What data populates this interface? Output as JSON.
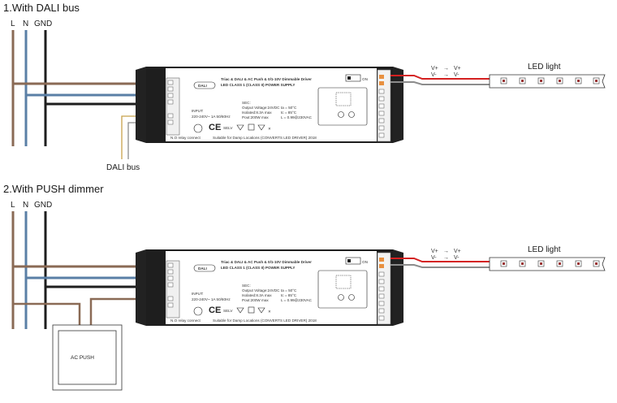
{
  "section1": {
    "title": "1.With DALI bus",
    "line_L": "L",
    "line_N": "N",
    "line_GND": "GND",
    "dali_bus_label": "DALI bus",
    "led_label": "LED light",
    "out_plus_left": "V+",
    "out_plus_right": "V+",
    "out_minus_left": "V-",
    "out_minus_right": "V-",
    "driver": {
      "title": "Triac & DALI & AC Push & 0/1-10V Dimmable Driver",
      "subtitle": "LED CLASS 1 (CLASS II) POWER SUPPLY",
      "dali_logo": "DALI",
      "input_label": "INPUT:",
      "input_spec": "220-240V~ 1A 50/60Hz",
      "sec_label": "SEC:",
      "sec_line1": "Output Voltage:24VDC",
      "sec_line2": "Isolated:8.3A max",
      "sec_line3": "Pout:200W max",
      "temp_line1": "ta = 50°C",
      "temp_line2": "tc = 85°C",
      "temp_line3": "L = 0.99@230VAC",
      "ce_mark": "CE",
      "selv_mark": "SELV",
      "footer_left": "N.O relay connect",
      "footer_right": "Suitable for Damp Locations (CONVERTS LED DRIVER) 2018",
      "switch_label": "ON"
    }
  },
  "section2": {
    "title": "2.With PUSH dimmer",
    "line_L": "L",
    "line_N": "N",
    "line_GND": "GND",
    "ac_push_label": "AC PUSH",
    "led_label": "LED light",
    "out_plus_left": "V+",
    "out_plus_right": "V+",
    "out_minus_left": "V-",
    "out_minus_right": "V-",
    "driver": {
      "title": "Triac & DALI & AC Push & 0/1-10V Dimmable Driver",
      "subtitle": "LED CLASS 1 (CLASS II) POWER SUPPLY",
      "dali_logo": "DALI",
      "input_label": "INPUT:",
      "input_spec": "220-240V~ 1A 50/60Hz",
      "sec_label": "SEC:",
      "sec_line1": "Output Voltage:24VDC",
      "sec_line2": "Isolated:8.3A max",
      "sec_line3": "Pout:200W max",
      "temp_line1": "ta = 50°C",
      "temp_line2": "tc = 85°C",
      "temp_line3": "L = 0.99@230VAC",
      "ce_mark": "CE",
      "selv_mark": "SELV",
      "footer_left": "N.O relay connect",
      "footer_right": "Suitable for Damp Locations (CONVERTS LED DRIVER) 2018",
      "switch_label": "ON"
    }
  },
  "colors": {
    "wire_L": "#8a6a55",
    "wire_N": "#5a7fa6",
    "wire_GND": "#1e1e1e",
    "wire_dali": "#c8a24a",
    "wire_red": "#d42020",
    "wire_gray": "#8c8c8c",
    "led_chip": "#9a3535",
    "terminal_orange": "#e89040"
  }
}
